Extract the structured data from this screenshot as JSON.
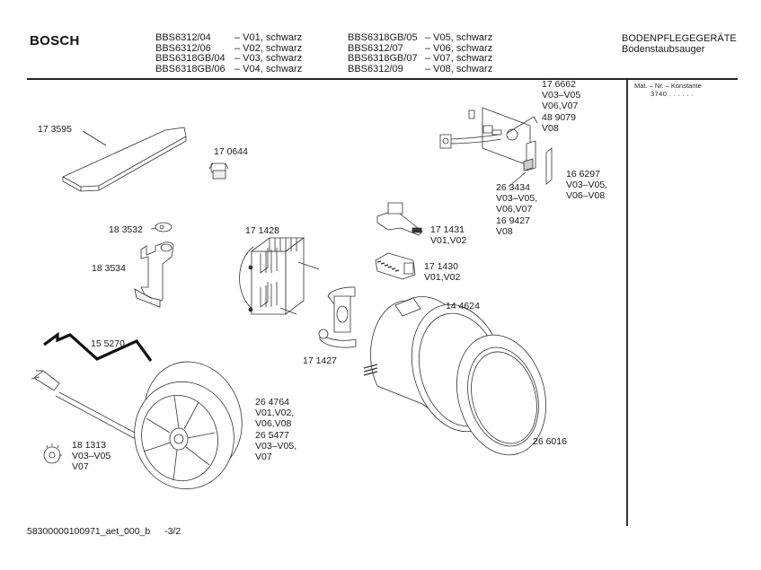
{
  "header": {
    "brand": "BOSCH",
    "models_left": [
      {
        "code": "BBS6312/04",
        "variant": "– V01, schwarz"
      },
      {
        "code": "BBS6312/06",
        "variant": "– V02, schwarz"
      },
      {
        "code": "BBS6318GB/04",
        "variant": "– V03, schwarz"
      },
      {
        "code": "BBS6318GB/06",
        "variant": "– V04, schwarz"
      }
    ],
    "models_right": [
      {
        "code": "BBS6318GB/05",
        "variant": "– V05, schwarz"
      },
      {
        "code": "BBS6312/07",
        "variant": "– V06, schwarz"
      },
      {
        "code": "BBS6318GB/07",
        "variant": "– V07, schwarz"
      },
      {
        "code": "BBS6312/09",
        "variant": "– V08, schwarz"
      }
    ],
    "category": "BODENPFLEGEGERÄTE",
    "subcategory": "Bodenstaubsauger"
  },
  "sidebar": {
    "label": "Mat. – Nr. – Konstante",
    "value": "3740  .  .    .  .  .  ."
  },
  "parts": {
    "p173595": [
      "17 3595"
    ],
    "p170644": [
      "17 0644"
    ],
    "p176662": [
      "17 6662",
      "V03–V05",
      "V06,V07",
      "48 9079",
      "V08"
    ],
    "p263434": [
      "26 3434",
      "V03–V05,",
      "V06,V07",
      "16 9427",
      "V08"
    ],
    "p166297": [
      "16 6297",
      "V03–V05,",
      "V06–V08"
    ],
    "p183532": [
      "18 3532"
    ],
    "p183534": [
      "18 3534"
    ],
    "p171428": [
      "17 1428"
    ],
    "p171431": [
      "17 1431",
      "V01,V02"
    ],
    "p171430": [
      "17 1430",
      "V01,V02"
    ],
    "p155270": [
      "15 5270"
    ],
    "p171427": [
      "17 1427"
    ],
    "p144624": [
      "14 4624"
    ],
    "p264764": [
      "26 4764",
      "V01,V02,",
      "V06,V08",
      "26 5477",
      "V03–V05,",
      "V07"
    ],
    "p181313": [
      "18 1313",
      "V03–V05",
      "V07"
    ],
    "p266016": [
      "26 6016"
    ]
  },
  "footer": {
    "doc_id": "58300000100971_aet_000_b",
    "page": "-3/2"
  }
}
